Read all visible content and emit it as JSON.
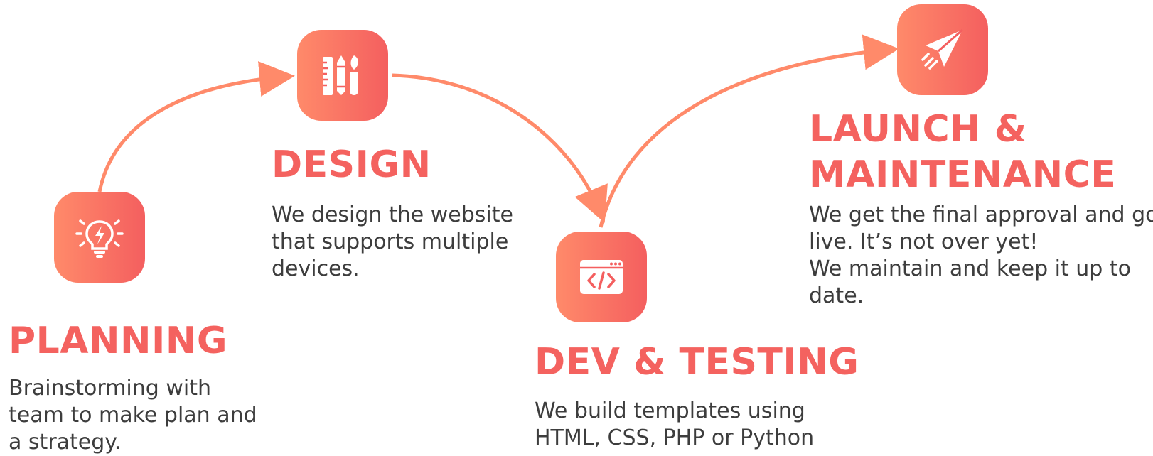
{
  "colors": {
    "accent": "#f4625f",
    "gradient_start": "#ff8a6a",
    "gradient_end": "#f45f5f",
    "arrow": "#ff8a6a",
    "text": "#3d3d3d"
  },
  "steps": [
    {
      "icon": "lightbulb-icon",
      "title": "PLANNING",
      "lines": [
        "Brainstorming with",
        "team to make plan and",
        "a strategy."
      ]
    },
    {
      "icon": "design-tools-icon",
      "title": "DESIGN",
      "lines": [
        "We design the website",
        "that supports multiple",
        "devices."
      ]
    },
    {
      "icon": "code-window-icon",
      "title": "DEV & TESTING",
      "lines": [
        "We build templates using",
        "HTML, CSS, PHP or Python"
      ]
    },
    {
      "icon": "paper-plane-icon",
      "title_lines": [
        "LAUNCH &",
        "MAINTENANCE"
      ],
      "lines": [
        "We get the final approval and go",
        "live.  It’s not over yet!",
        "We maintain and keep it up to",
        "date."
      ]
    }
  ]
}
